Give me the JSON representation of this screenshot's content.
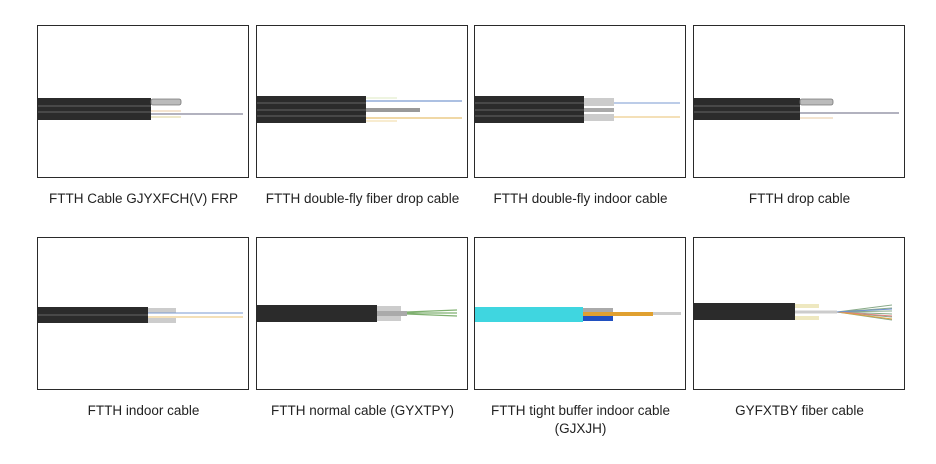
{
  "products": [
    {
      "name": "FTTH Cable GJYXFCH(V) FRP"
    },
    {
      "name": "FTTH double-fly fiber drop cable"
    },
    {
      "name": "FTTH double-fly indoor cable"
    },
    {
      "name": "FTTH drop cable"
    },
    {
      "name": "FTTH indoor cable"
    },
    {
      "name": "FTTH normal cable (GYXTPY)"
    },
    {
      "name": "FTTH tight buffer indoor cable (GJXJH)"
    },
    {
      "name": "GYFXTBY fiber cable"
    }
  ],
  "colors": {
    "jacket": "#2b2b2b",
    "indoor_jacket": "#3fd6e0",
    "border": "#2a2a2a"
  }
}
